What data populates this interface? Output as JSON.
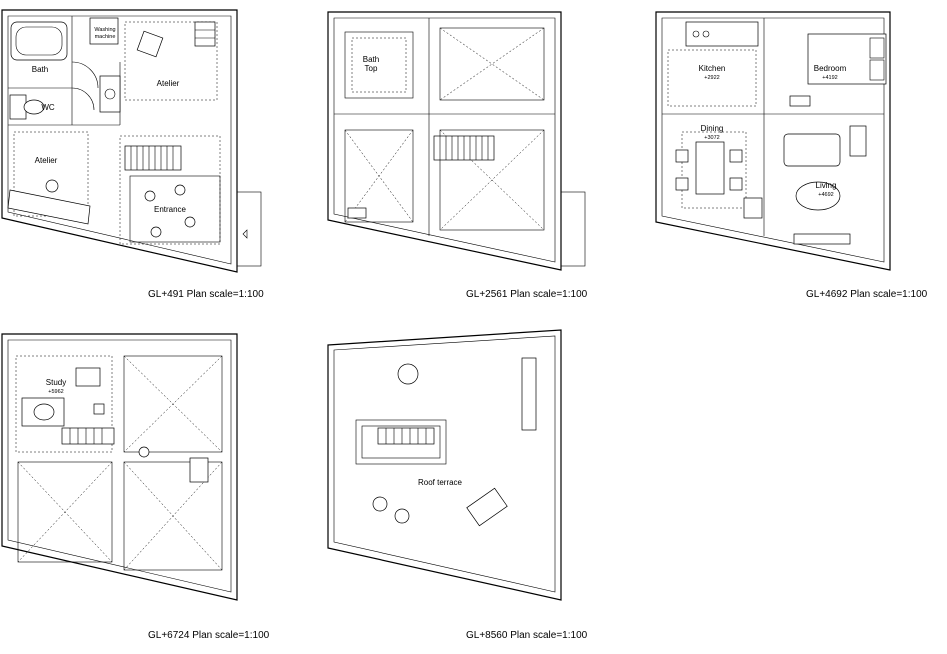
{
  "plans": [
    {
      "caption": "GL+491 Plan  scale=1:100",
      "rooms": {
        "bath": "Bath",
        "washing_line1": "Washing",
        "washing_line2": "machine",
        "wc": "WC",
        "atelier_top": "Atelier",
        "atelier_left": "Atelier",
        "entrance": "Entrance"
      }
    },
    {
      "caption": "GL+2561 Plan  scale=1:100",
      "rooms": {
        "bath_line1": "Bath",
        "bath_line2": "Top"
      }
    },
    {
      "caption": "GL+4692 Plan  scale=1:100",
      "rooms": {
        "kitchen": "Kitchen",
        "kitchen_level": "+2922",
        "bedroom": "Bedroom",
        "bedroom_level": "+4192",
        "dining": "Dining",
        "dining_level": "+3072",
        "living": "Living",
        "living_level": "+4692"
      }
    },
    {
      "caption": "GL+6724 Plan  scale=1:100",
      "rooms": {
        "study": "Study",
        "study_level": "+5962"
      }
    },
    {
      "caption": "GL+8560 Plan  scale=1:100",
      "rooms": {
        "roof_terrace": "Roof terrace"
      }
    }
  ]
}
